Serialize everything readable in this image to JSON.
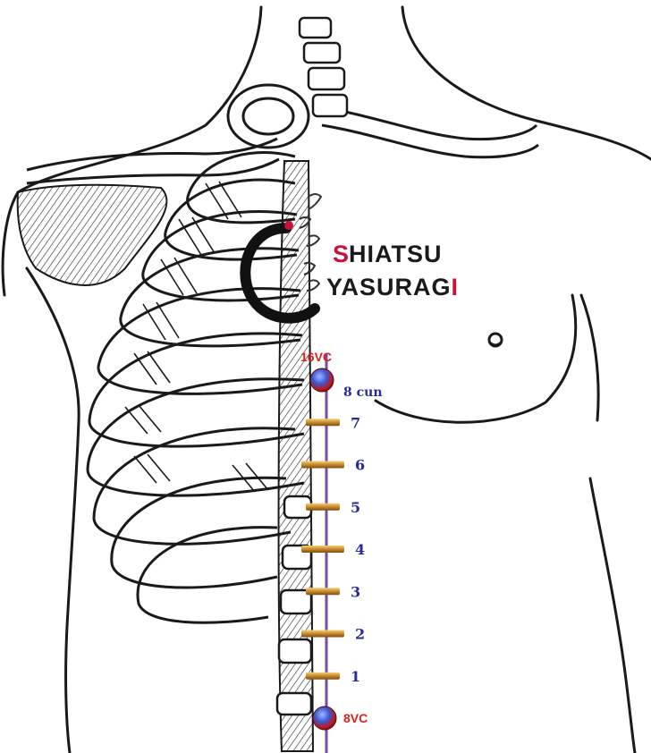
{
  "logo": {
    "line1_first": "S",
    "line1_rest": "HIATSU",
    "line2_rest": "YASURAG",
    "line2_last": "I",
    "brand_color": "#c8123a",
    "icon": "enso-calligraphy-icon"
  },
  "points": {
    "top_label": "16VC",
    "top_side_label": "8 cun",
    "bottom_label": "8VC",
    "ticks": [
      "7",
      "6",
      "5",
      "4",
      "3",
      "2",
      "1"
    ],
    "tick_color": "#2a2a9c",
    "point_color": "#d8231c",
    "meridian_color": "#7a4aa8"
  }
}
